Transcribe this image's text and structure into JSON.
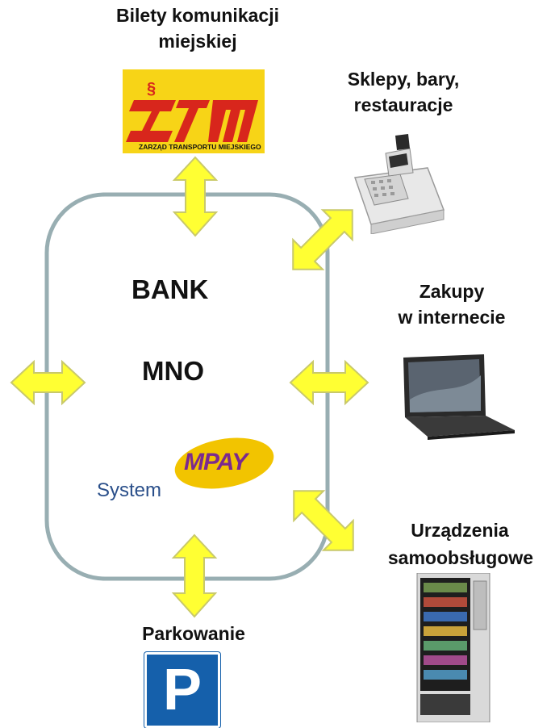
{
  "center": {
    "bank": "BANK",
    "mno": "MNO"
  },
  "system_logo": {
    "system": "System",
    "brand": "MPAY",
    "color": "#f2c400",
    "brand_color": "#7b2a8e"
  },
  "nodes": {
    "ztm": {
      "line1": "Bilety komunikacji",
      "line2": "miejskiej",
      "logo_text": "ZARZĄD TRANSPORTU MIEJSKIEGO",
      "logo_bg": "#f7d417",
      "logo_red": "#d8261c"
    },
    "shops": {
      "line1": "Sklepy, bary,",
      "line2": "restauracje",
      "image": "cash-register"
    },
    "internet": {
      "line1": "Zakupy",
      "line2": "w internecie",
      "image": "laptop"
    },
    "vending": {
      "line1": "Urządzenia",
      "line2": "samoobsługowe",
      "image": "vending-machine"
    },
    "parking": {
      "label": "Parkowanie",
      "sign_letter": "P",
      "sign_color": "#1560ab"
    }
  },
  "colors": {
    "arrow_fill": "#ffff33",
    "arrow_stroke": "#c9c96a",
    "loop_stroke": "#98aeb2"
  }
}
